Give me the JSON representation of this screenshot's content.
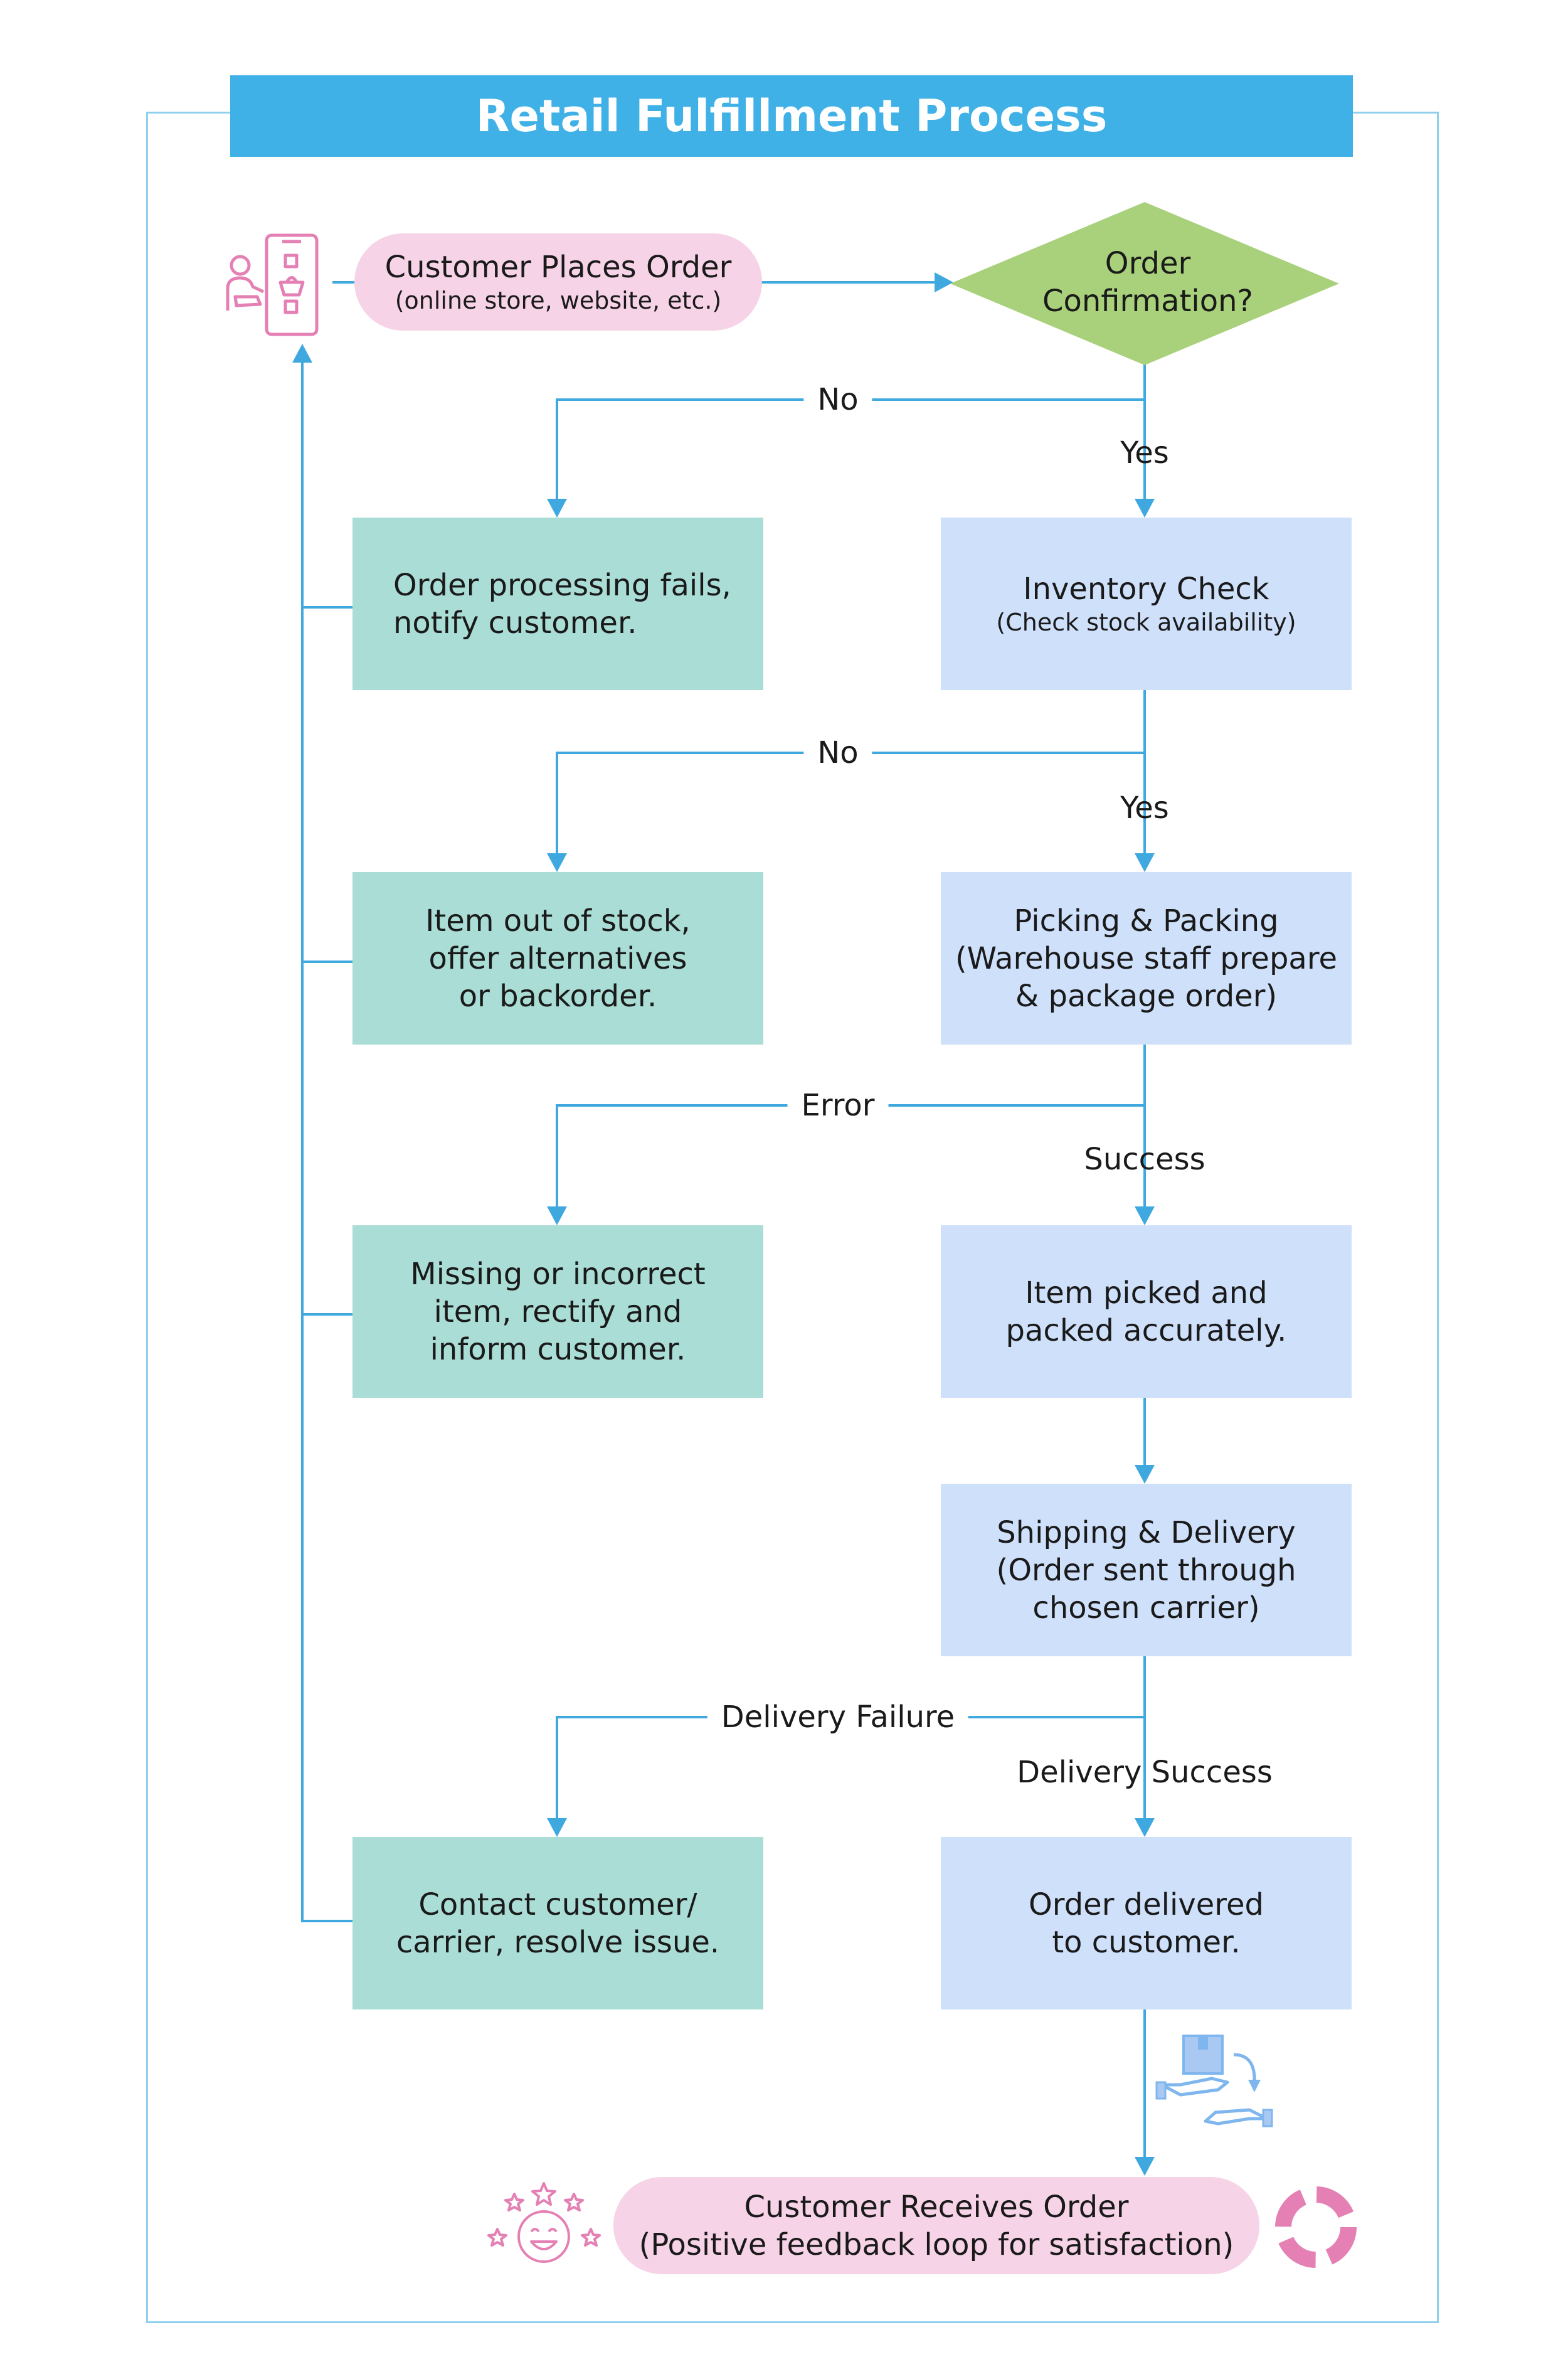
{
  "title": "Retail Fulfillment Process",
  "nodes": {
    "start": {
      "line1": "Customer Places Order",
      "line2": "(online store, website, etc.)"
    },
    "confirm": {
      "line1": "Order",
      "line2": "Confirmation?"
    },
    "fail": {
      "line1": "Order processing fails,",
      "line2": "notify customer."
    },
    "inventory": {
      "line1": "Inventory Check",
      "line2": "(Check stock availability)"
    },
    "outofstock": {
      "line1": "Item out of stock,",
      "line2": "offer alternatives",
      "line3": "or backorder."
    },
    "picking": {
      "line1": "Picking & Packing",
      "line2": "(Warehouse staff prepare",
      "line3": "& package order)"
    },
    "missing": {
      "line1": "Missing or incorrect",
      "line2": "item, rectify and",
      "line3": "inform customer."
    },
    "picked": {
      "line1": "Item picked and",
      "line2": "packed accurately."
    },
    "shipping": {
      "line1": "Shipping & Delivery",
      "line2": "(Order sent through",
      "line3": "chosen carrier)"
    },
    "contact": {
      "line1": "Contact customer/",
      "line2": "carrier, resolve issue."
    },
    "delivered": {
      "line1": "Order delivered",
      "line2": "to customer."
    },
    "receives": {
      "line1": "Customer Receives Order",
      "line2": "(Positive feedback loop for satisfaction)"
    }
  },
  "edge_labels": {
    "no1": "No",
    "yes1": "Yes",
    "no2": "No",
    "yes2": "Yes",
    "error": "Error",
    "success": "Success",
    "delivery_failure": "Delivery Failure",
    "delivery_success": "Delivery Success"
  },
  "colors": {
    "title_bar": "#40b1e6",
    "arrow": "#3fa9df",
    "pill": "#f6d3e6",
    "decision": "#a9d17b",
    "error_box": "#aaddd6",
    "process_box": "#cfe0fb",
    "icon_pink": "#e480b4",
    "icon_blue": "#7fb6ee"
  },
  "icons": [
    "customer-phone-order-icon",
    "package-handover-icon",
    "happy-face-stars-icon",
    "cycle-loop-icon"
  ]
}
